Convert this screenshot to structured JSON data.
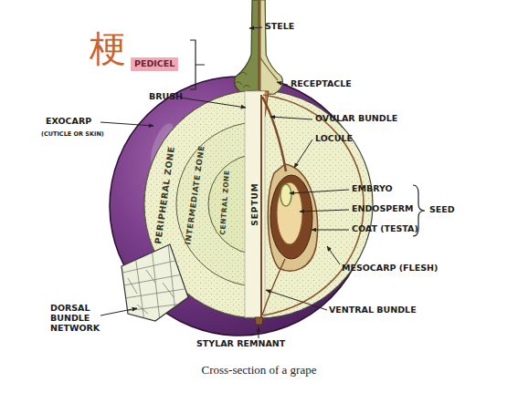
{
  "diagram": {
    "caption": "Cross-section of a grape",
    "nodes": [
      {
        "text": [
          "PERIPHERAL ZONE"
        ]
      },
      {
        "text": [
          "INTERMEDIATE ZONE"
        ],
        "in": 0
      },
      {
        "text": [
          "CENTRAL ZONE"
        ],
        "in": 1
      }
    ],
    "labels": [
      "梗",
      "PEDICEL",
      "STELE",
      "RECEPTACLE",
      "BRUSH",
      "OVULAR BUNDLE",
      "EXOCARP",
      "(CUTICLE OR SKIN)",
      "LOCULE",
      "SEPTUM",
      "EMBRYO",
      "ENDOSPERM",
      "COAT (TESTA)",
      "SEED",
      "MESOCARP (FLESH)",
      "DORSAL BUNDLE NETWORK",
      "VENTRAL BUNDLE",
      "STYLAR REMNANT"
    ]
  }
}
